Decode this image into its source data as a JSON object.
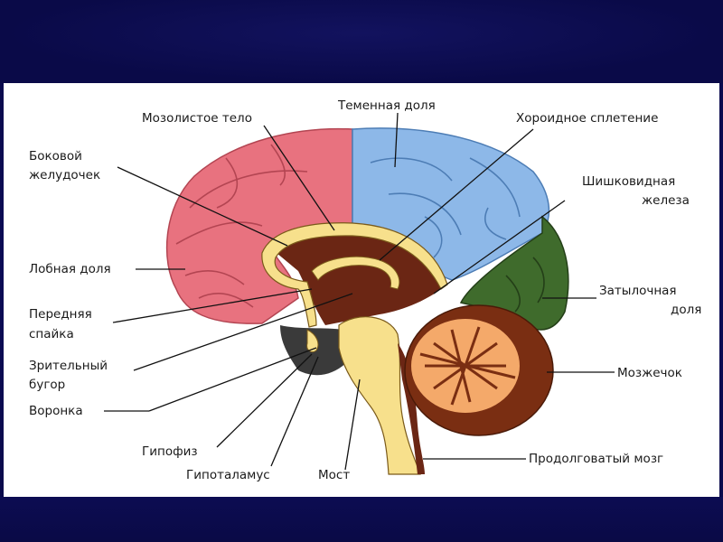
{
  "labels": {
    "corpus_callosum": "Мозолистое тело",
    "parietal_lobe": "Теменная доля",
    "choroid_plexus": "Хороидное сплетение",
    "lateral_ventricle_1": "Боковой",
    "lateral_ventricle_2": "желудочек",
    "pineal_1": "Шишковидная",
    "pineal_2": "железа",
    "frontal_lobe": "Лобная доля",
    "occipital_1": "Затылочная",
    "occipital_2": "доля",
    "anterior_commissure_1": "Передняя",
    "anterior_commissure_2": "спайка",
    "cerebellum": "Мозжечок",
    "thalamus_1": "Зрительный",
    "thalamus_2": "бугор",
    "infundibulum": "Воронка",
    "pituitary": "Гипофиз",
    "medulla": "Продолговатый мозг",
    "hypothalamus": "Гипоталамус",
    "pons": "Мост"
  },
  "colors": {
    "frontal": "#e8727f",
    "parietal": "#8db8e8",
    "occipital": "#3f6b2c",
    "cerebellum_outer": "#7a2e12",
    "cerebellum_inner": "#f4a96a",
    "brainstem": "#f7e08c",
    "interior": "#6b2614",
    "dark_base": "#3a3a3a"
  }
}
